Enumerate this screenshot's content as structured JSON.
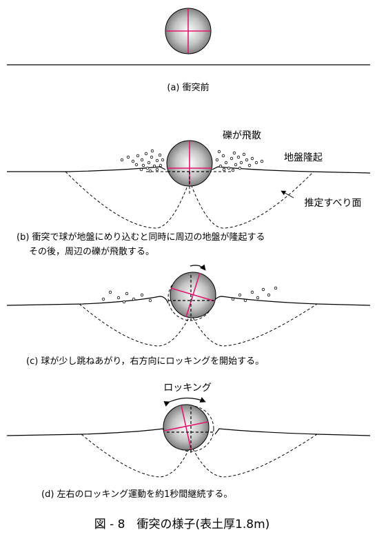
{
  "panels": {
    "a": {
      "caption": "(a) 衝突前"
    },
    "b": {
      "caption_line1": "(b) 衝突で球が地盤にめり込むと同時に周辺の地盤が隆起する",
      "caption_line2": "その後，周辺の礫が飛散する。",
      "label_scatter": "礫が飛散",
      "label_uplift": "地盤隆起",
      "label_slip": "推定すべり面"
    },
    "c": {
      "caption": "(c) 球が少し跳ねあがり，右方向にロッキングを開始する。"
    },
    "d": {
      "caption": "(d) 左右のロッキング運動を約1秒間継続する。",
      "label_rocking": "ロッキング"
    }
  },
  "figure": {
    "title": "図 - 8　衝突の様子(表土厚1.8m)"
  },
  "colors": {
    "cross": "#e0176b",
    "line": "#000000",
    "sphere_light": "#ffffff",
    "sphere_dark": "#6e6e6e"
  }
}
